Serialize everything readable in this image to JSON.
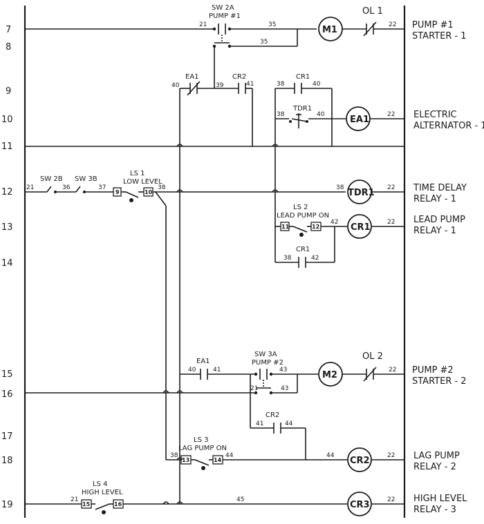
{
  "rungs": [
    "7",
    "8",
    "9",
    "10",
    "11",
    "12",
    "13",
    "14",
    "15",
    "16",
    "17",
    "18",
    "19"
  ],
  "coils": {
    "m1": "M1",
    "ea1": "EA1",
    "tdr1": "TDR1",
    "cr1": "CR1",
    "m2": "M2",
    "cr2": "CR2",
    "cr3": "CR3"
  },
  "contacts": {
    "sw2a": [
      "SW 2A",
      "PUMP #1"
    ],
    "ea1_nc": "EA1",
    "cr2_no": "CR2",
    "cr1_no_a": "CR1",
    "tdr1_tc": "TDR1",
    "sw2b": "SW 2B",
    "sw3b": "SW 3B",
    "ls1": [
      "LS 1",
      "LOW LEVEL"
    ],
    "ls2": [
      "LS 2",
      "LEAD PUMP ON"
    ],
    "cr1_no_b": "CR1",
    "ea1_no": "EA1",
    "sw3a": [
      "SW 3A",
      "PUMP #2"
    ],
    "cr2_no_b": "CR2",
    "ls3": [
      "LS 3",
      "LAG PUMP ON"
    ],
    "ls4": [
      "LS 4",
      "HIGH LEVEL"
    ],
    "ol1": "OL 1",
    "ol2": "OL 2"
  },
  "terminals": [
    "9",
    "10",
    "11",
    "12",
    "13",
    "14",
    "15",
    "16"
  ],
  "wires": {
    "w21": "21",
    "w35": "35",
    "w22": "22",
    "w40": "40",
    "w39": "39",
    "w41": "41",
    "w38": "38",
    "w36": "36",
    "w37": "37",
    "w42": "42",
    "w43": "43",
    "w44": "44",
    "w45": "45"
  },
  "descriptions": {
    "pump1": [
      "PUMP #1",
      "STARTER - 1"
    ],
    "alt": [
      "ELECTRIC",
      "ALTERNATOR - 1"
    ],
    "tdr": [
      "TIME DELAY",
      "RELAY - 1"
    ],
    "lead": [
      "LEAD PUMP",
      "RELAY - 1"
    ],
    "pump2": [
      "PUMP #2",
      "STARTER - 2"
    ],
    "lag": [
      "LAG PUMP",
      "RELAY - 2"
    ],
    "high": [
      "HIGH LEVEL",
      "RELAY - 3"
    ]
  }
}
